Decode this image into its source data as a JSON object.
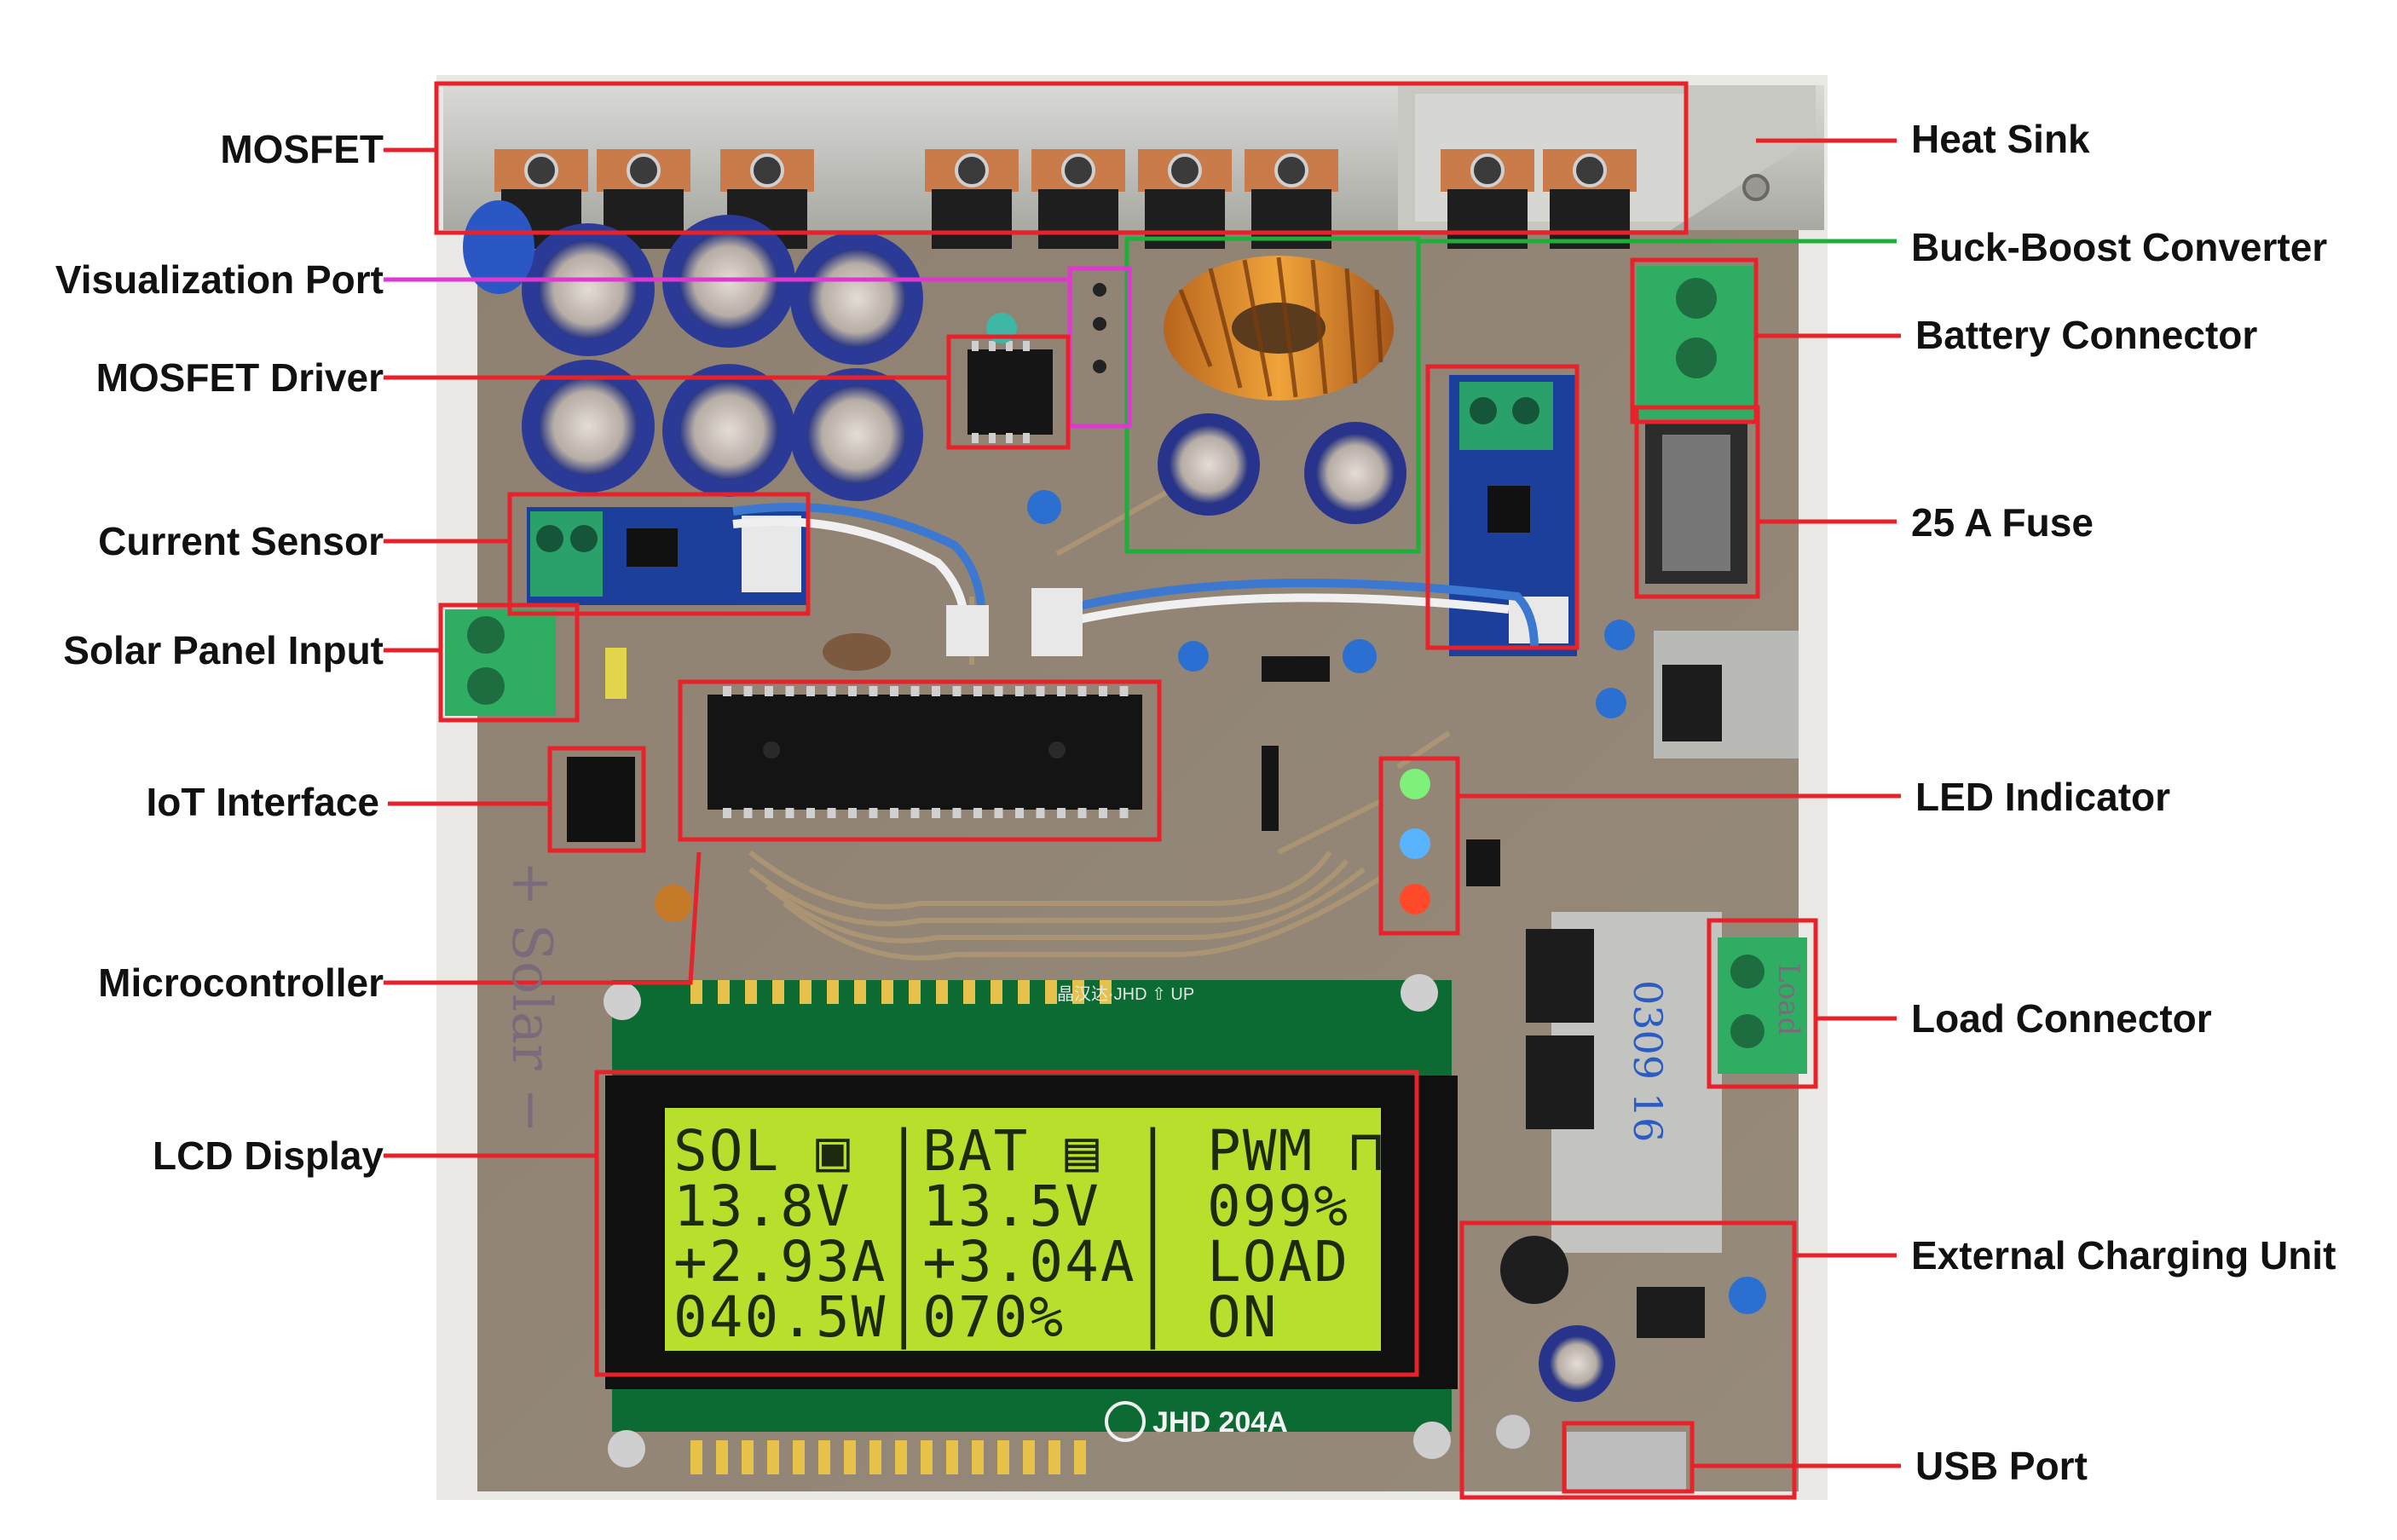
{
  "labels": {
    "mosfet": "MOSFET",
    "visualization_port": "Visualization Port",
    "mosfet_driver": "MOSFET Driver",
    "current_sensor": "Current Sensor",
    "solar_panel_input": "Solar Panel Input",
    "iot_interface": "IoT Interface",
    "microcontroller": "Microcontroller",
    "lcd_display": "LCD Display",
    "heat_sink": "Heat Sink",
    "buck_boost_converter": "Buck-Boost Converter",
    "battery_connector": "Battery Connector",
    "fuse": "25 A Fuse",
    "led_indicator": "LED Indicator",
    "load_connector": "Load Connector",
    "external_charging_unit": "External Charging Unit",
    "usb_port": "USB Port"
  },
  "lcd": {
    "rows": [
      "SOL ▣ |BAT ▤ | PWM ⊓",
      "13.8V |13.5V | 099%",
      "+2.93A|+3.04A| LOAD",
      "040.5W|070%  | ON"
    ],
    "model": "JHD 204A",
    "header_silkscreen": "晶汉达·JHD ⇧ UP"
  },
  "handwriting": {
    "solar": "+ Solar −",
    "load": "Load",
    "heatsink_number": "0309 16"
  },
  "colors": {
    "callout_red": "#e8222b",
    "buck_boost_green": "#1fae3a",
    "visualization_magenta": "#e037d0",
    "pcb": "#8d7f6f",
    "lcd_screen": "#b6e02c"
  }
}
